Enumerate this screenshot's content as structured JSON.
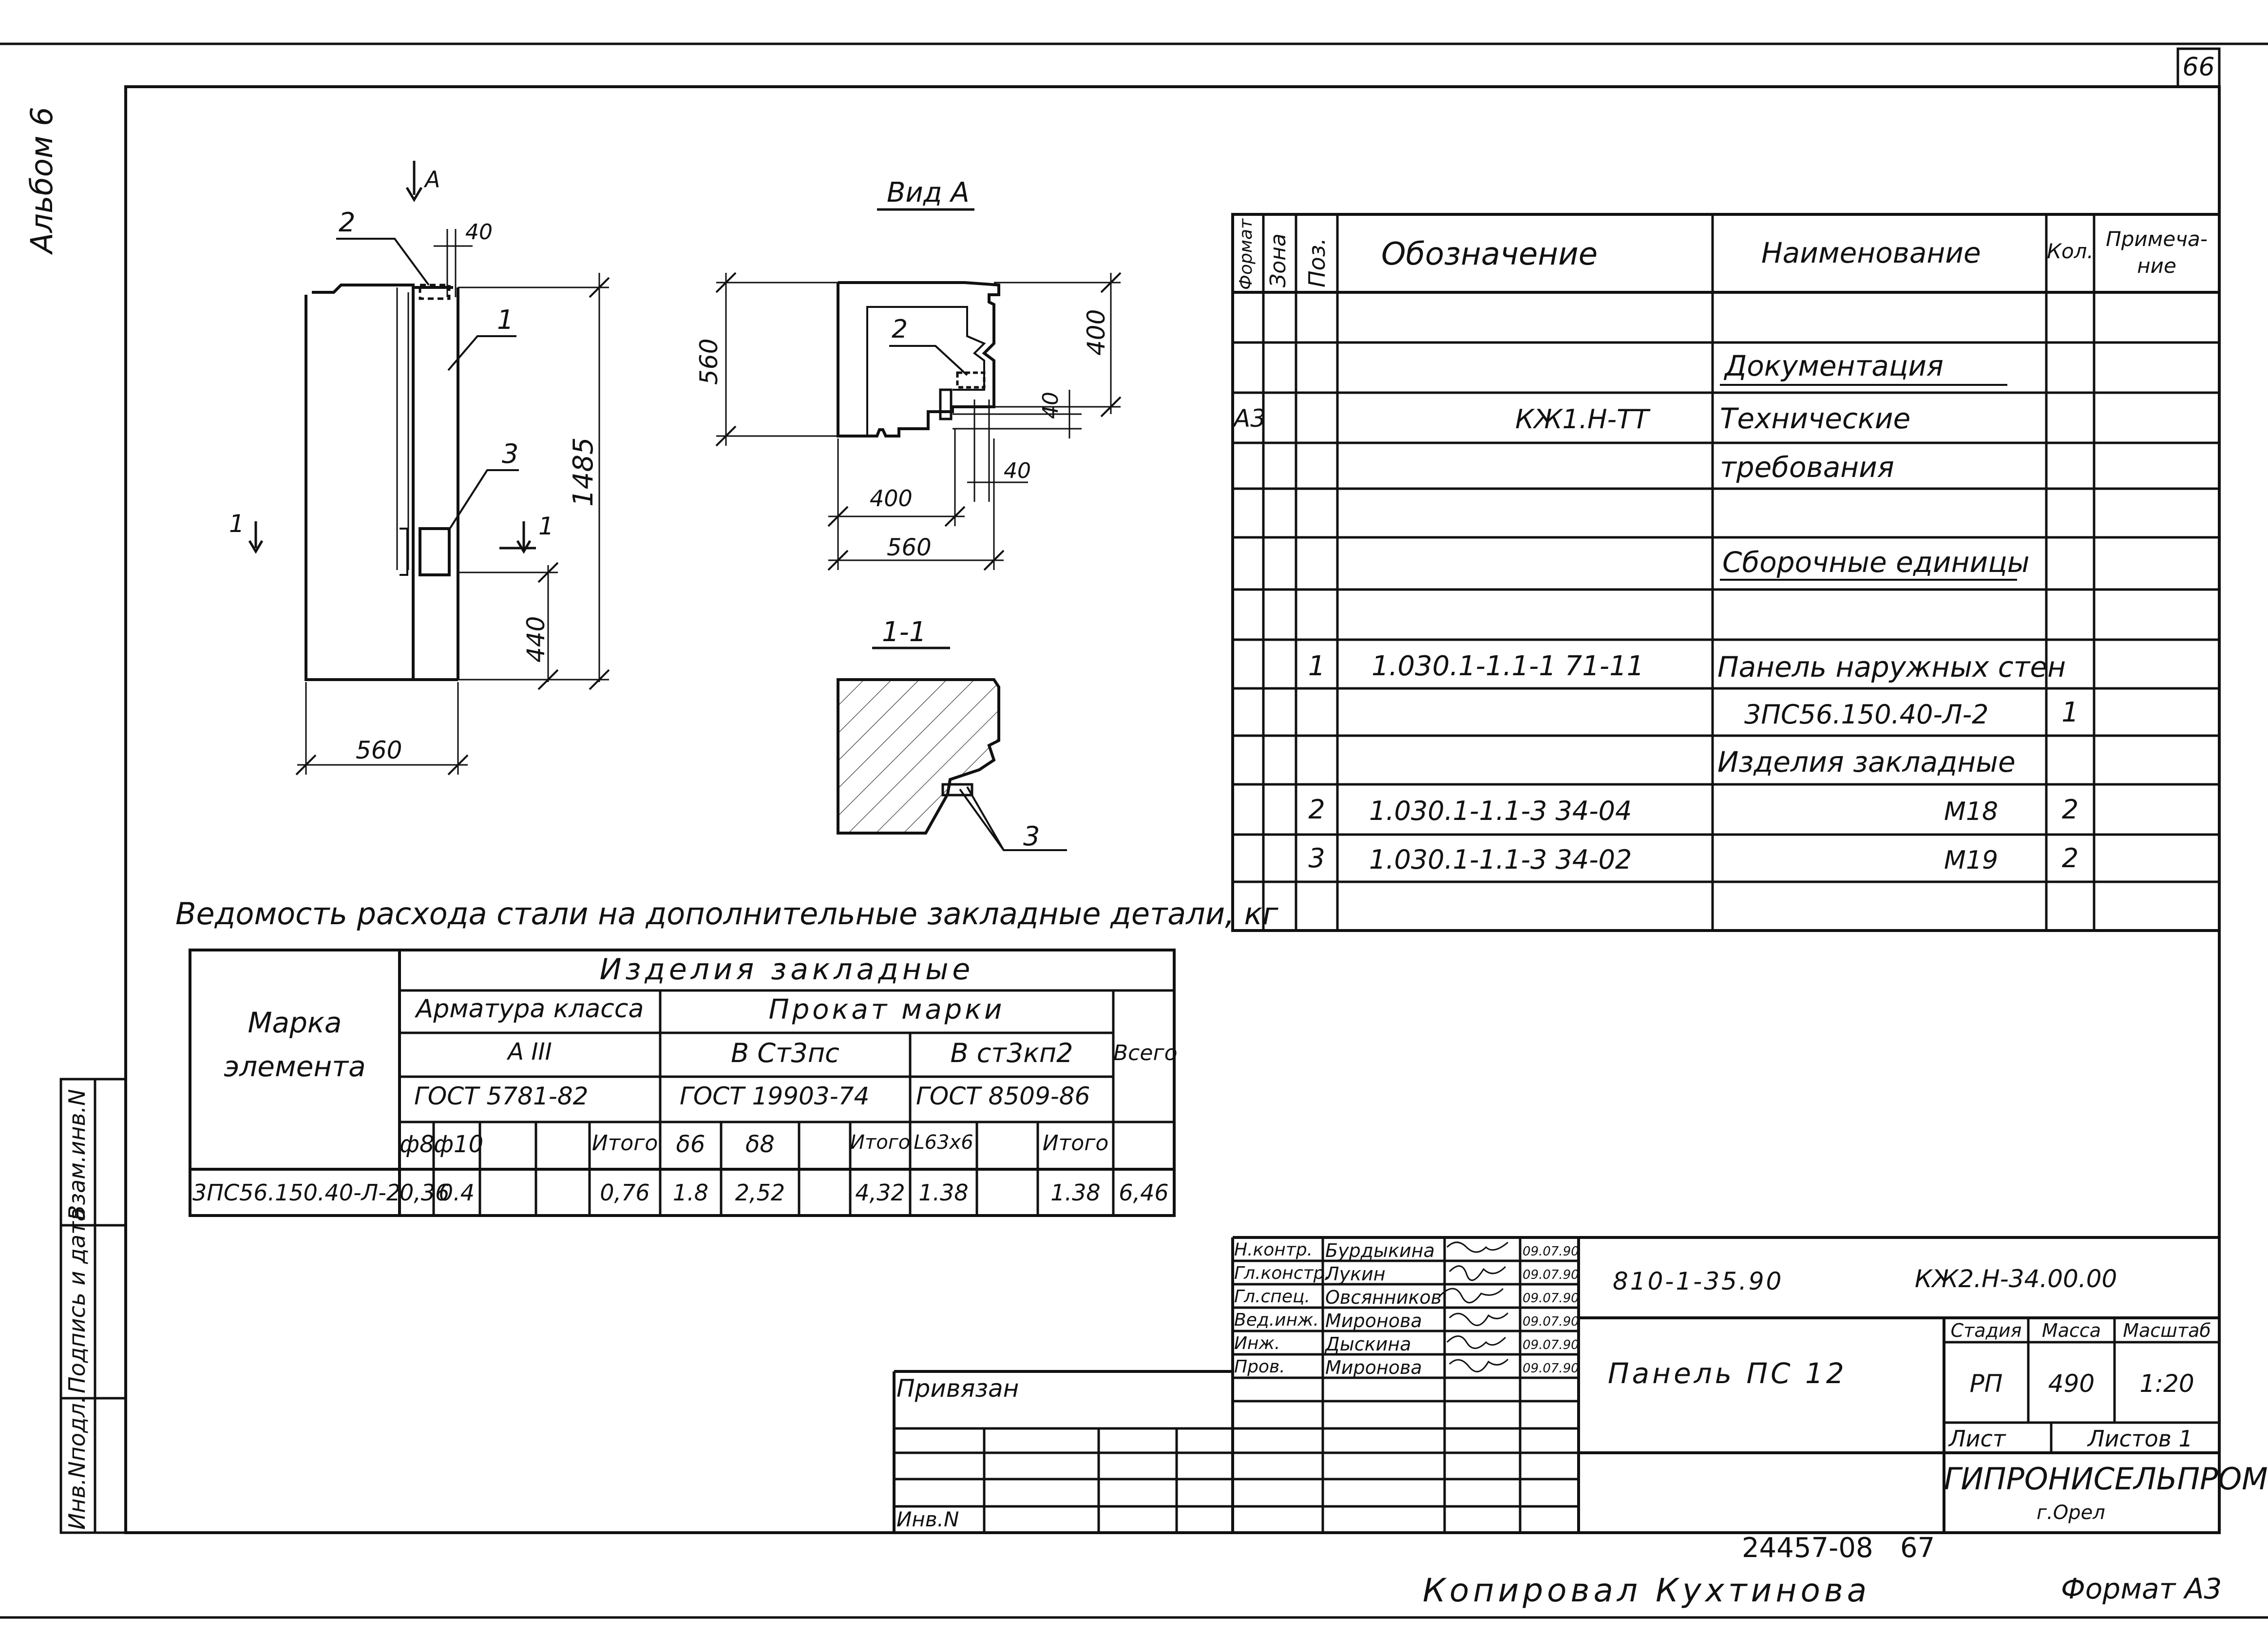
{
  "sheet": {
    "page_number": "66",
    "album_label": "Альбом 6",
    "copied_by": "Копировал Кухтинова",
    "format": "Формат А3",
    "archive_number": "24457-08",
    "archive_page": "67"
  },
  "side_stamp": {
    "inv_no": "Инв.Nподл.",
    "sign_date": "Подпись и дата",
    "replaces": "Взам.инв.N"
  },
  "drawing": {
    "arrow_a": "А",
    "dim_40_top": "40",
    "callout_2": "2",
    "callout_1": "1",
    "callout_3": "3",
    "dim_1485": "1485",
    "dim_440": "440",
    "dim_560_bottom": "560",
    "section_mark_left": "1",
    "section_mark_right": "1",
    "view_a": {
      "title": "Вид А",
      "dim_560_v": "560",
      "dim_400_v": "400",
      "callout_2": "2",
      "dim_40_a": "40",
      "dim_40_b": "40",
      "dim_400_h": "400",
      "dim_560_h": "560"
    },
    "section_1_1": {
      "title": "1-1",
      "callout_3": "3"
    }
  },
  "spec_table": {
    "headers": {
      "format": "Формат",
      "zone": "Зона",
      "pos": "Поз.",
      "designation": "Обозначение",
      "name": "Наименование",
      "qty": "Кол.",
      "note": "Примечание"
    },
    "note_line1": "Примеча-",
    "note_line2": "ние",
    "rows": [
      {
        "format": "",
        "pos": "",
        "designation": "",
        "name": "",
        "qty": ""
      },
      {
        "format": "",
        "pos": "",
        "designation": "",
        "name": "Документация",
        "qty": ""
      },
      {
        "format": "А3",
        "pos": "",
        "designation": "КЖ1.Н-ТТ",
        "name": "Технические",
        "qty": ""
      },
      {
        "format": "",
        "pos": "",
        "designation": "",
        "name": "требования",
        "qty": ""
      },
      {
        "format": "",
        "pos": "",
        "designation": "",
        "name": "",
        "qty": ""
      },
      {
        "format": "",
        "pos": "",
        "designation": "",
        "name": "Сборочные единицы",
        "qty": ""
      },
      {
        "format": "",
        "pos": "",
        "designation": "",
        "name": "",
        "qty": ""
      },
      {
        "format": "",
        "pos": "1",
        "designation": "1.030.1-1.1-1 71-11",
        "name": "Панель наружных стен",
        "qty": ""
      },
      {
        "format": "",
        "pos": "",
        "designation": "",
        "name": "3ПС56.150.40-Л-2",
        "qty": "1"
      },
      {
        "format": "",
        "pos": "",
        "designation": "",
        "name": "Изделия закладные",
        "qty": ""
      },
      {
        "format": "",
        "pos": "2",
        "designation": "1.030.1-1.1-3 34-04",
        "name": "М18",
        "qty": "2"
      },
      {
        "format": "",
        "pos": "3",
        "designation": "1.030.1-1.1-3 34-02",
        "name": "М19",
        "qty": "2"
      },
      {
        "format": "",
        "pos": "",
        "designation": "",
        "name": "",
        "qty": ""
      }
    ]
  },
  "steel_table": {
    "caption": "Ведомость расхода стали на дополнительные закладные детали, кг",
    "mark_header_1": "Марка",
    "mark_header_2": "элемента",
    "group_header": "Изделия закладные",
    "rebar_header": "Арматура класса",
    "rebar_class": "А III",
    "rebar_gost": "ГОСТ 5781-82",
    "rolled_header": "Прокат марки",
    "steel_1": "В Ст3пс",
    "steel_1_gost": "ГОСТ 19903-74",
    "steel_2": "В ст3кп2",
    "steel_2_gost": "ГОСТ 8509-86",
    "total_header": "Всего",
    "cols": [
      "ф8",
      "ф10",
      "",
      "Итого",
      "δ6",
      "δ8",
      "",
      "Итого",
      "L63x6",
      "",
      "Итого"
    ],
    "row": {
      "mark": "3ПС56.150.40-Л-2",
      "values": [
        "0,36",
        "0.4",
        "",
        "0,76",
        "1.8",
        "2,52",
        "",
        "4,32",
        "1.38",
        "",
        "1.38"
      ],
      "total": "6,46"
    }
  },
  "title_block": {
    "roles": [
      "Н.контр.",
      "Гл.констр.",
      "Гл.спец.",
      "Вед.инж.",
      "Инж.",
      "Пров."
    ],
    "names": [
      "Бурдыкина",
      "Лукин",
      "Овсянников",
      "Миронова",
      "Дыскина",
      "Миронова"
    ],
    "dates": [
      "09.07.90",
      "09.07.90",
      "09.07.90",
      "09.07.90",
      "09.07.90",
      "09.07.90"
    ],
    "project_code": "810-1-35.90",
    "doc_code": "КЖ2.Н-34.00.00",
    "title": "Панель ПС 12",
    "stage_label": "Стадия",
    "mass_label": "Масса",
    "scale_label": "Масштаб",
    "stage": "РП",
    "mass": "490",
    "scale": "1:20",
    "sheet_label": "Лист",
    "sheets_label": "Листов 1",
    "org": "ГИПРОНИСЕЛЬПРОМ",
    "city": "г.Орел",
    "bound_label": "Привязан",
    "inv_label": "Инв.N"
  }
}
